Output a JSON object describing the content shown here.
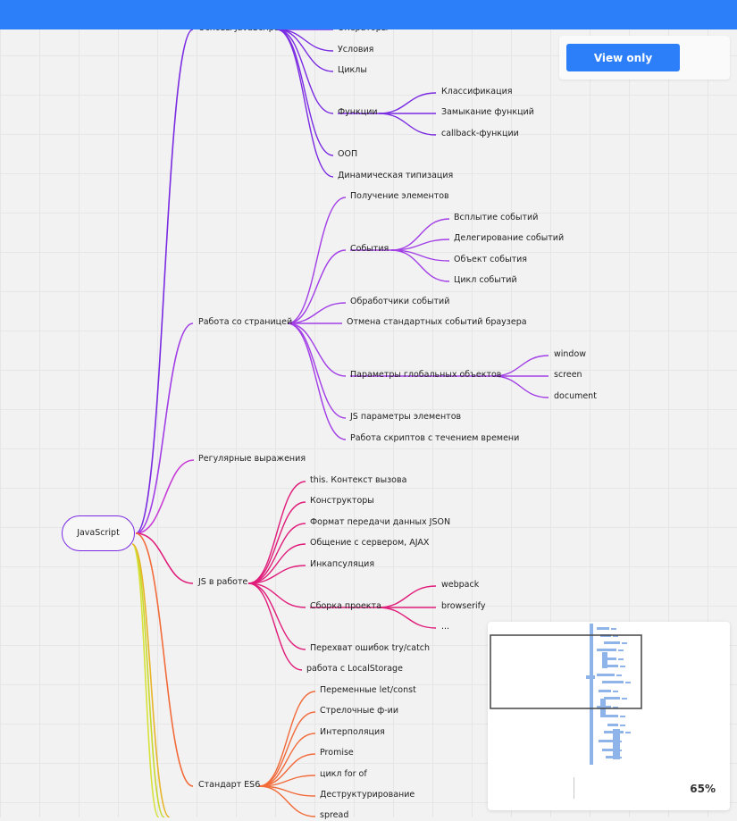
{
  "toolbar": {
    "view_only_label": "View only"
  },
  "zoom": {
    "label": "65%"
  },
  "colors": {
    "topbar": "#2d7ff9",
    "basics": "#7a2be2",
    "page": "#a23ee6",
    "regex": "#c83bd6",
    "work": "#e01c7a",
    "es6": "#f26b3a",
    "root": "#7a2be2"
  },
  "mindmap": {
    "root": "JavaScript",
    "branches": {
      "basics": {
        "label": "Основы JavaScript",
        "children": [
          "Операторы",
          "Условия",
          "Циклы",
          "Функции",
          "ООП",
          "Динамическая типизация"
        ],
        "functions_children": [
          "Классификация",
          "Замыкание функций",
          "callback-функции"
        ]
      },
      "page": {
        "label": "Работа со страницей",
        "children": [
          "Получение элементов",
          "События",
          "Обработчики событий",
          "Отмена стандартных событий браузера",
          "Параметры глобальных объектов",
          "JS параметры элементов",
          "Работа скриптов с течением времени"
        ],
        "events_children": [
          "Всплытие событий",
          "Делегирование событий",
          "Объект события",
          "Цикл событий"
        ],
        "globals_children": [
          "window",
          "screen",
          "document"
        ]
      },
      "regex": {
        "label": "Регулярные выражения"
      },
      "work": {
        "label": "JS в работе",
        "children": [
          "this. Контекст вызова",
          "Конструкторы",
          "Формат передачи данных JSON",
          "Общение с сервером, AJAX",
          "Инкапсуляция",
          "Сборка проекта",
          "Перехват ошибок try/catch",
          "работа с LocalStorage"
        ],
        "build_children": [
          "webpack",
          "browserify",
          "..."
        ]
      },
      "es6": {
        "label": "Стандарт ES6",
        "children": [
          "Переменные let/const",
          "Стрелочные ф-ии",
          "Интерполяция",
          "Promise",
          "цикл for of",
          "Деструктурирование",
          "spread"
        ]
      }
    }
  }
}
